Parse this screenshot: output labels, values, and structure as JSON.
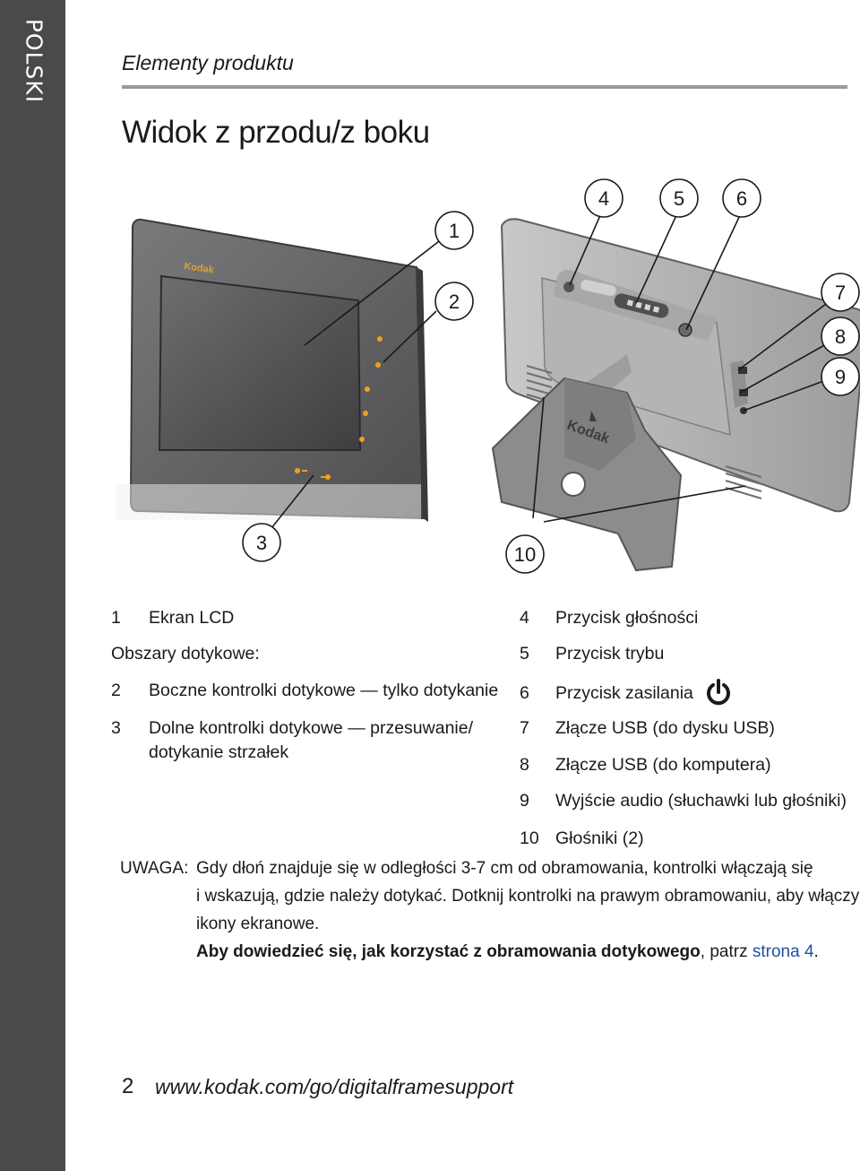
{
  "side_tab": {
    "label": "POLSKI"
  },
  "header": {
    "section": "Elementy produktu",
    "title": "Widok z przodu/z boku"
  },
  "figure": {
    "callouts": [
      "1",
      "2",
      "3",
      "4",
      "5",
      "6",
      "7",
      "8",
      "9",
      "10"
    ],
    "front_brand": "Kodak",
    "stand_brand": "Kodak"
  },
  "legend_left": [
    {
      "num": "1",
      "text": "Ekran LCD"
    },
    {
      "num": "",
      "text": "Obszary dotykowe:"
    },
    {
      "num": "2",
      "text": "Boczne kontrolki dotykowe — tylko dotykanie"
    },
    {
      "num": "3",
      "text": "Dolne kontrolki dotykowe — przesuwanie/",
      "text2": "dotykanie strzałek"
    }
  ],
  "legend_right": [
    {
      "num": "4",
      "text": "Przycisk głośności"
    },
    {
      "num": "5",
      "text": "Przycisk trybu"
    },
    {
      "num": "6",
      "text": "Przycisk zasilania"
    },
    {
      "num": "7",
      "text": "Złącze USB (do dysku USB)"
    },
    {
      "num": "8",
      "text": "Złącze USB (do komputera)"
    },
    {
      "num": "9",
      "text": "Wyjście audio (słuchawki lub głośniki)"
    },
    {
      "num": "10",
      "text": "Głośniki (2)"
    }
  ],
  "note": {
    "label": "UWAGA:",
    "line1": "Gdy dłoń znajduje się w odległości 3-7 cm od obramowania, kontrolki włączają się",
    "line2": "i wskazują, gdzie należy dotykać. Dotknij kontrolki na prawym obramowaniu, aby włączyć",
    "line3": "ikony ekranowe.",
    "line4_bold": "Aby dowiedzieć się, jak korzystać z obramowania dotykowego",
    "line4_mid": ", patrz ",
    "line4_link": "strona 4",
    "line4_end": "."
  },
  "footer": {
    "page_number": "2",
    "url": "www.kodak.com/go/digitalframesupport"
  },
  "colors": {
    "side_tab": "#4a4a4a",
    "rule": "#9a9a9a",
    "link": "#1f4f9e",
    "touch_lights": "#f0a020"
  }
}
